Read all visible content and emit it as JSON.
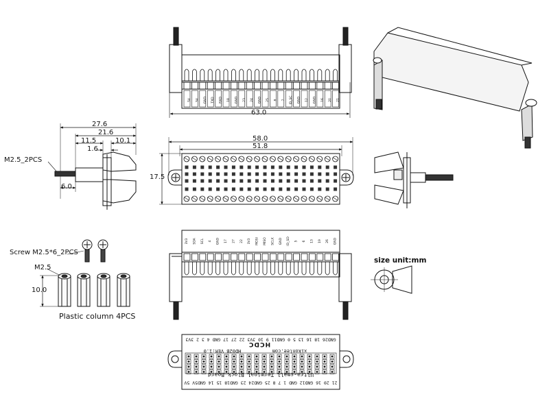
{
  "dimensions": {
    "width_63": "63.0",
    "width_58": "58.0",
    "width_51_8": "51.8",
    "height_17_5": "17.5",
    "side_27_6": "27.6",
    "side_21_6": "21.6",
    "side_11_5": "11.5",
    "side_10_1": "10.1",
    "side_1_6": "1.6",
    "side_6_0": "6.0",
    "column_10_0": "10.0",
    "column_m25": "M2.5"
  },
  "labels": {
    "m25_2pcs": "M2.5_2PCS",
    "screw": "Screw M2.5*6_2PCS",
    "plastic_column": "Plastic column 4PCS",
    "size_unit": "size unit:mm"
  },
  "pcb": {
    "board_name": "Ultra-small Terminal Block Board",
    "url": "xikonlee.com",
    "version": "HD02B VER:1.0",
    "brand": "HCDC",
    "top_row": "GND26 18 16 13 5 0 GND11 9 10 3V3 22 27 17 GND 4 3 2 3V3",
    "bottom_row": "21 20 16 GND12 GND 1 7 8 25 GND24 23 GND18 15 14 GND5V 5V"
  },
  "terminal_labels_top": [
    "5V",
    "5V",
    "GND",
    "TXD",
    "RXD",
    "18",
    "GND",
    "23",
    "24",
    "GND",
    "25",
    "8",
    "7",
    "ID_SC",
    "GND",
    "12",
    "GND",
    "16",
    "20",
    "21"
  ],
  "terminal_labels_bottom": [
    "3V3",
    "SDA",
    "SCL",
    "4",
    "GND",
    "17",
    "27",
    "22",
    "3V3",
    "MOSI",
    "MISO",
    "SCLK",
    "GND",
    "ID_SD",
    "5",
    "6",
    "13",
    "19",
    "26",
    "GND"
  ]
}
